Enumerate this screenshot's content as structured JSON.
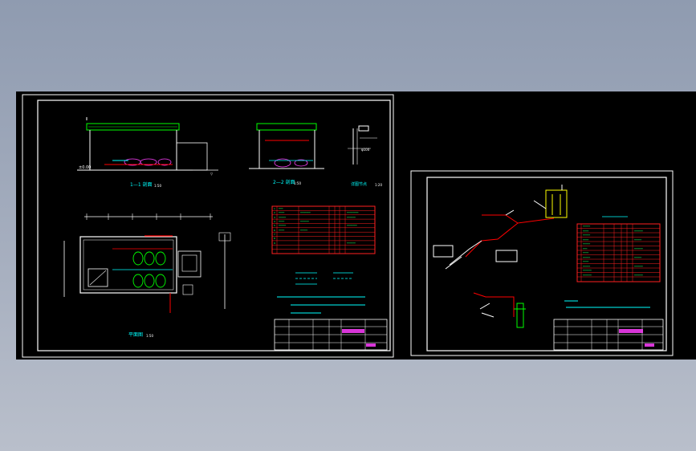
{
  "viewer": {
    "background": "gradient grey-blue",
    "model_space_color": "#000000"
  },
  "colors": {
    "frame": "#ffffff",
    "table_border": "#ff2020",
    "table_text": "#20ff60",
    "cyan": "#00ffff",
    "magenta": "#ff40ff",
    "green": "#00ff00",
    "yellow": "#ffff00",
    "red": "#ff0000",
    "white": "#ffffff"
  },
  "sheet_1": {
    "title_block": {
      "rows": 4,
      "cols": 6,
      "label_color": "#ff40ff"
    },
    "legend_table": {
      "rows": 11,
      "cols": 8
    }
  },
  "sheet_2": {
    "title_block": {
      "rows": 4,
      "cols": 6,
      "label_color": "#ff40ff"
    },
    "legend_table": {
      "rows": 13,
      "cols": 7
    }
  }
}
